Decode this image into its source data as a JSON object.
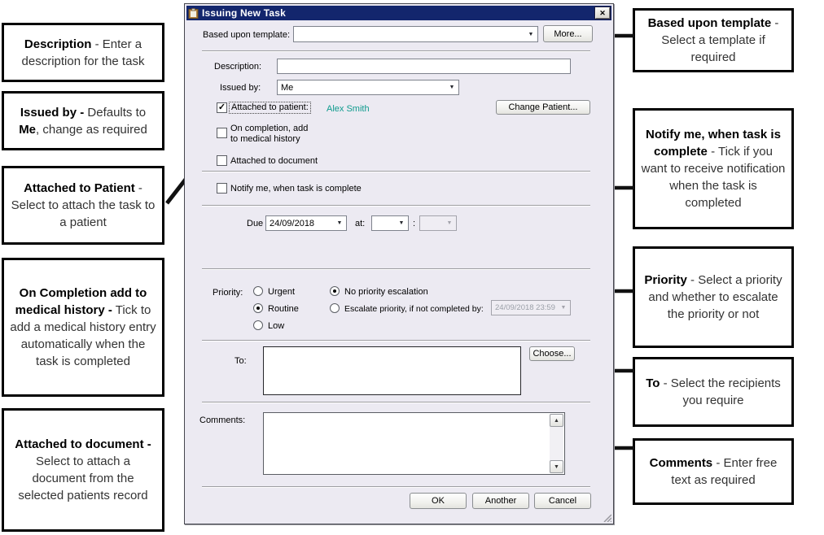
{
  "icons": {
    "dropdown": "▼",
    "scroll_up": "▲",
    "scroll_down": "▼",
    "close": "✕",
    "check": "✓"
  },
  "colors": {
    "titlebar": "#13266d",
    "patient_name": "#0f9b8e",
    "callout_border": "#000000"
  },
  "dialog": {
    "title": "Issuing New Task",
    "template_label": "Based upon template:",
    "template_value": "",
    "more_button": "More...",
    "description_label": "Description:",
    "description_value": "",
    "issued_by_label": "Issued by:",
    "issued_by_value": "Me",
    "attached_patient_label": "Attached to patient:",
    "patient_name": "Alex Smith",
    "change_patient_button": "Change Patient...",
    "on_completion_line1": "On completion, add",
    "on_completion_line2": "to medical history",
    "attached_document_label": "Attached to document",
    "notify_label": "Notify me, when task is complete",
    "due_label": "Due",
    "due_date": "24/09/2018",
    "at_label": "at:",
    "hour_value": "",
    "time_colon": ":",
    "minute_value": "",
    "priority_label": "Priority:",
    "priority_urgent": "Urgent",
    "priority_routine": "Routine",
    "priority_low": "Low",
    "no_escalation_label": "No priority escalation",
    "escalate_label": "Escalate priority, if not completed by:",
    "escalate_value": "24/09/2018 23:59",
    "to_label": "To:",
    "choose_button": "Choose...",
    "comments_label": "Comments:",
    "comments_value": "",
    "ok_button": "OK",
    "another_button": "Another",
    "cancel_button": "Cancel",
    "states": {
      "attached_to_patient": true,
      "on_completion": false,
      "attached_to_document": false,
      "notify_me": false,
      "urgent": false,
      "routine": true,
      "low": false,
      "no_escalation": true,
      "escalate": false
    }
  },
  "callouts": {
    "left": [
      {
        "id": "description",
        "segments": [
          {
            "t": "Description",
            "b": true
          },
          {
            "t": " - Enter a description for the task",
            "b": false
          }
        ]
      },
      {
        "id": "issued-by",
        "segments": [
          {
            "t": "Issued by - ",
            "b": true
          },
          {
            "t": "Defaults to ",
            "b": false
          },
          {
            "t": "Me",
            "b": true
          },
          {
            "t": ", change as required",
            "b": false
          }
        ]
      },
      {
        "id": "attached-to-patient",
        "segments": [
          {
            "t": "Attached to Patient",
            "b": true
          },
          {
            "t": " - Select to attach the task to a patient",
            "b": false
          }
        ]
      },
      {
        "id": "on-completion",
        "segments": [
          {
            "t": "On Completion add to medical history -",
            "b": true
          },
          {
            "t": " Tick to add a medical history entry automatically when the task is completed",
            "b": false
          }
        ]
      },
      {
        "id": "attached-to-document",
        "segments": [
          {
            "t": "Attached to document -",
            "b": true
          },
          {
            "t": " Select to attach a document from the selected patients record",
            "b": false
          }
        ]
      }
    ],
    "right": [
      {
        "id": "based-upon-template",
        "segments": [
          {
            "t": "Based upon template",
            "b": true
          },
          {
            "t": " - Select a template if required",
            "b": false
          }
        ]
      },
      {
        "id": "notify-me",
        "segments": [
          {
            "t": "Notify me, when task is complete",
            "b": true
          },
          {
            "t": " - Tick if you want to receive notification when the task is completed",
            "b": false
          }
        ]
      },
      {
        "id": "priority",
        "segments": [
          {
            "t": "Priority",
            "b": true
          },
          {
            "t": " - Select a priority and whether to escalate the priority or not",
            "b": false
          }
        ]
      },
      {
        "id": "to",
        "segments": [
          {
            "t": "To",
            "b": true
          },
          {
            "t": " - Select the recipients you require",
            "b": false
          }
        ]
      },
      {
        "id": "comments",
        "segments": [
          {
            "t": "Comments",
            "b": true
          },
          {
            "t": " - Enter free text as required",
            "b": false
          }
        ]
      }
    ]
  }
}
